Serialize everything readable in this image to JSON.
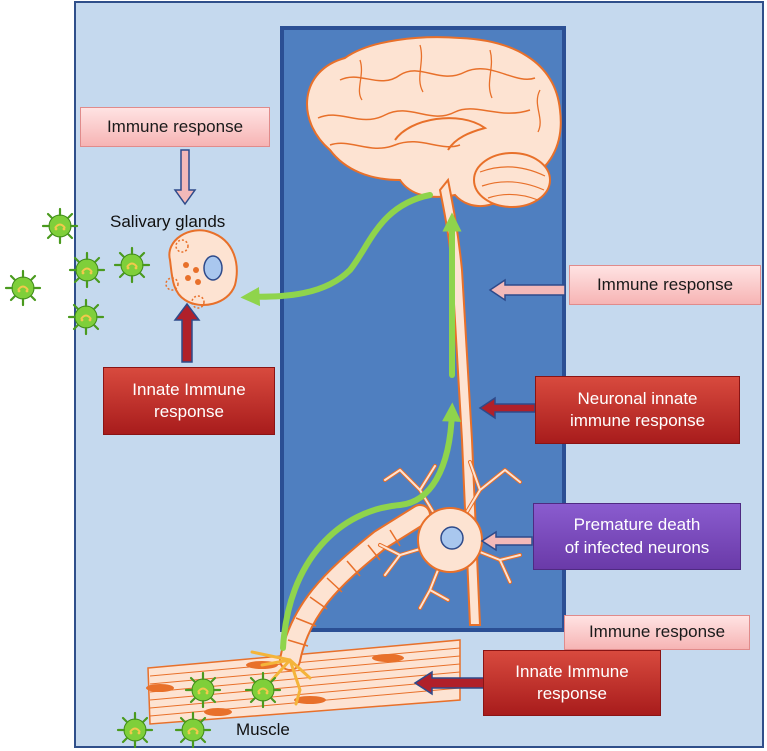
{
  "labels": {
    "immune_response_left": "Immune response",
    "salivary_glands": "Salivary glands",
    "innate_immune_left": "Innate Immune\nresponse",
    "immune_response_right": "Immune response",
    "neuronal_innate": "Neuronal innate\nimmune response",
    "premature_death": "Premature death\nof infected neurons",
    "immune_response_bottom": "Immune response",
    "innate_immune_bottom": "Innate Immune\nresponse",
    "muscle": "Muscle"
  },
  "colors": {
    "background_panel": "#c5d9ee",
    "cns_panel": "#4f7fc0",
    "tissue": "#fde3d2",
    "tissue_outline": "#e8702a",
    "virus_path": "#8fd44c",
    "arrow_red": "#b0202a",
    "arrow_pink": "#f3b9b9",
    "arrow_outline": "#2e4a8a"
  }
}
